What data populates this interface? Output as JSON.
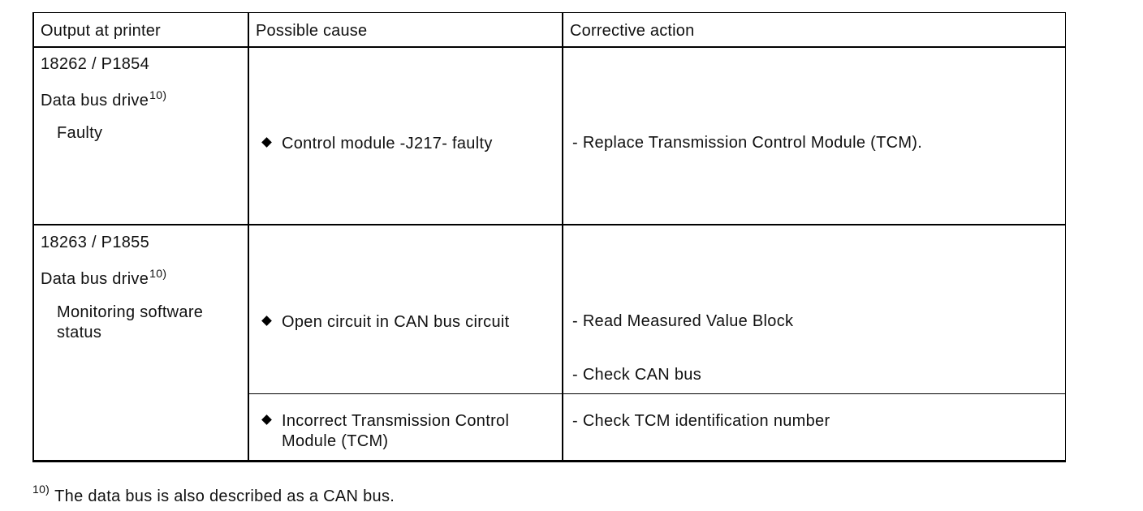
{
  "table": {
    "headers": {
      "output": "Output at printer",
      "cause": "Possible cause",
      "action": "Corrective action"
    },
    "rows": [
      {
        "code": "18262 / P1854",
        "description": "Data bus drive",
        "footnote_ref": "10)",
        "status": "Faulty",
        "causes": [
          {
            "text": "Control module -J217- faulty",
            "actions": [
              "- Replace Transmission Control Module (TCM)."
            ]
          }
        ]
      },
      {
        "code": "18263 / P1855",
        "description": "Data bus drive",
        "footnote_ref": "10)",
        "status_line1": "Monitoring software",
        "status_line2": "status",
        "causes": [
          {
            "text": "Open circuit in CAN bus circuit",
            "actions": [
              "- Read Measured Value Block",
              "- Check CAN bus"
            ]
          },
          {
            "text_line1": "Incorrect Transmission Control",
            "text_line2": "Module (TCM)",
            "actions": [
              "- Check TCM identification number"
            ]
          }
        ]
      }
    ]
  },
  "footnote": {
    "marker": "10)",
    "text": "The data bus is also described as a CAN bus."
  }
}
